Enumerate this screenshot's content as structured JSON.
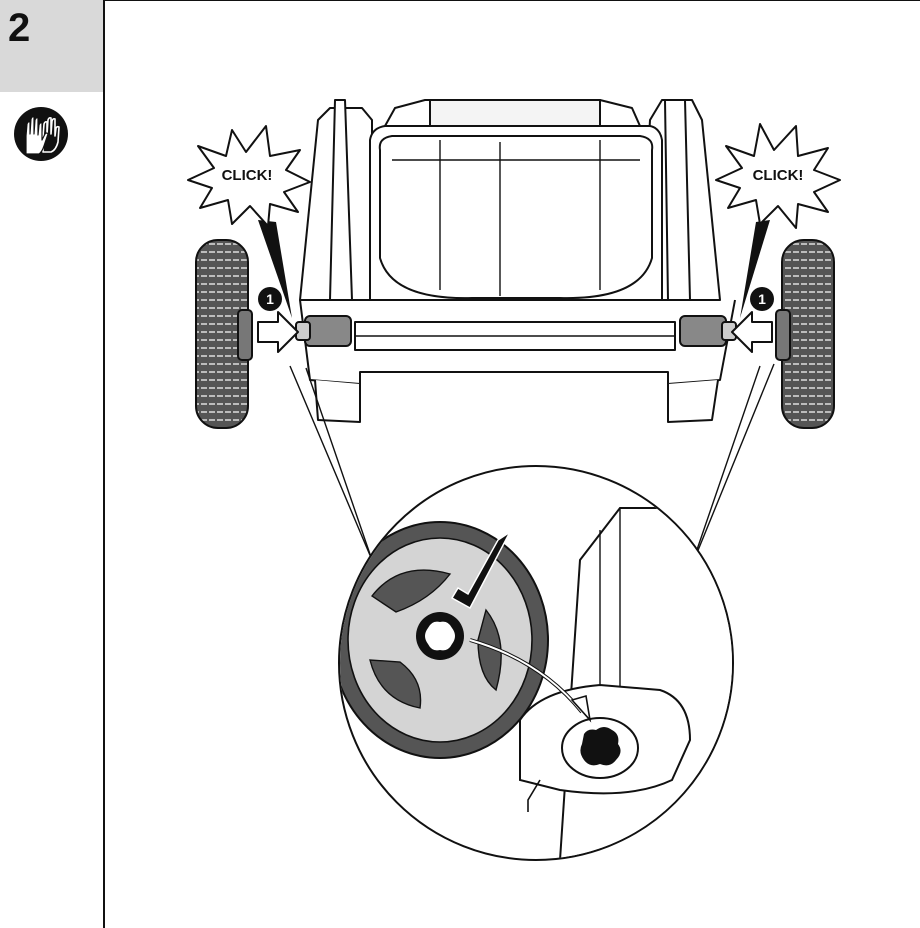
{
  "step": {
    "number": "2"
  },
  "icons": {
    "safety": "protective-gloves-icon"
  },
  "callouts": {
    "left": "CLICK!",
    "right": "CLICK!"
  },
  "markers": {
    "left": "1",
    "right": "1"
  },
  "colors": {
    "step_bg": "#d9d9d9",
    "ink": "#111111",
    "wheel_dark": "#555555",
    "wheel_light": "#d4d4d4"
  }
}
